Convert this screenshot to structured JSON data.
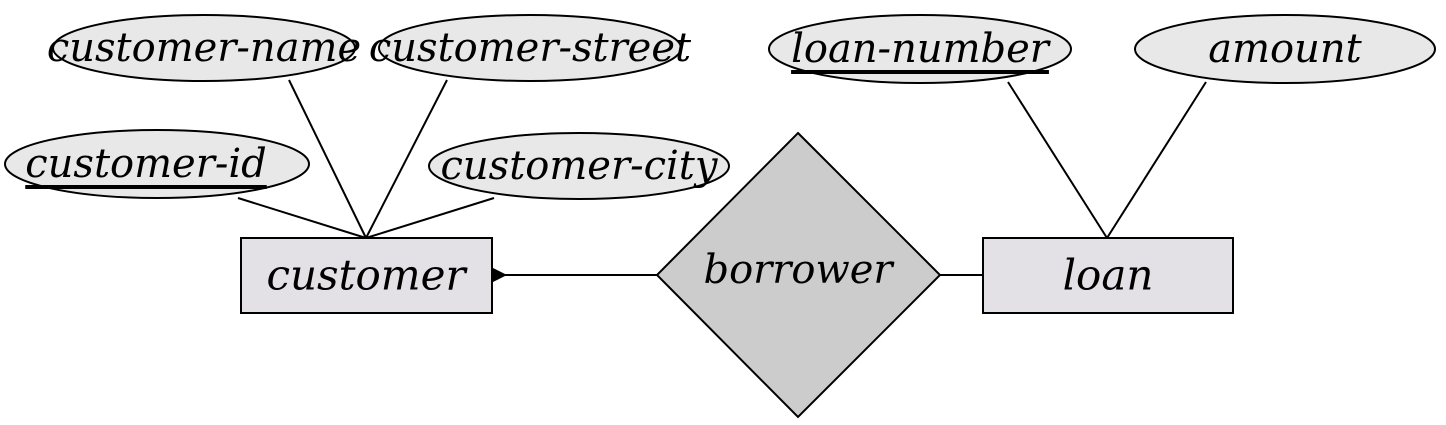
{
  "diagram": {
    "colors": {
      "attribute_fill": "#e8e8e8",
      "entity_fill": "#e3e1e6",
      "relationship_fill": "#cccccc",
      "stroke": "#000000"
    },
    "attributes": {
      "customer_name": "customer-name",
      "customer_street": "customer-street",
      "customer_id": "customer-id",
      "customer_city": "customer-city",
      "loan_number": "loan-number",
      "amount": "amount"
    },
    "entities": {
      "customer": "customer",
      "loan": "loan"
    },
    "relationships": {
      "borrower": "borrower"
    },
    "keys": [
      "customer-id",
      "loan-number"
    ],
    "cardinality": {
      "borrower_to_customer": "one (arrow)",
      "borrower_to_loan": "many (line)"
    }
  }
}
